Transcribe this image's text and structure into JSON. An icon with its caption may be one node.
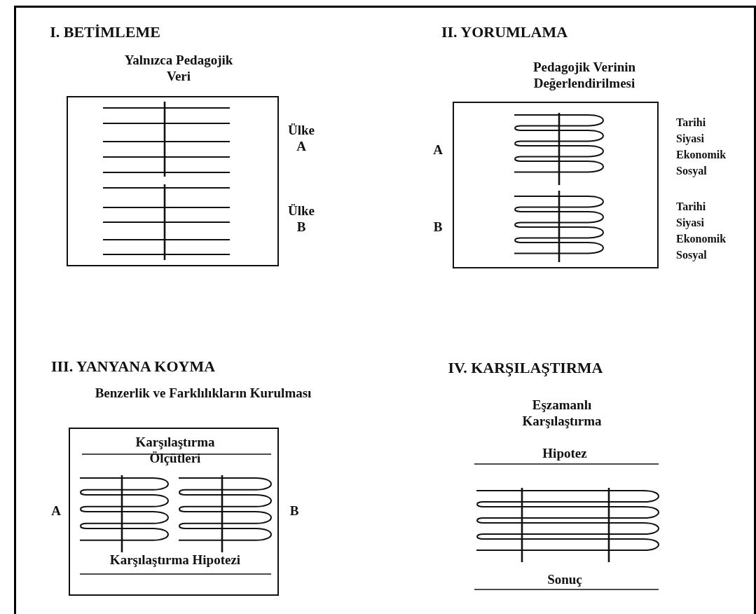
{
  "diagram": {
    "nodes": [
      {
        "text": [
          "Yalnızca Pedagojik Veri"
        ],
        "beside": [
          "Ülke A",
          "Ülke B"
        ]
      },
      {
        "text": [
          "Pedagojik Verinin Değerlendirilmesi"
        ],
        "beside": [
          "A",
          "Tarihi Siyasi Ekonomik Sosyal",
          "B",
          "Tarihi Siyasi Ekonomik Sosyal"
        ]
      },
      {
        "text": [
          "Benzerlik ve Farklılıkların Kurulması",
          "Karşılaştırma Ölçütleri",
          "Karşılaştırma Hipotezi"
        ],
        "beside": [
          "A",
          "B"
        ]
      }
    ],
    "labels": [
      "I. BETİMLEME",
      "II. YORUMLAMA",
      "III. YANYANA KOYMA",
      "IV. KARŞILAŞTIRMA",
      "Eşzamanlı Karşılaştırma",
      "Hipotez",
      "Sonuç"
    ]
  }
}
